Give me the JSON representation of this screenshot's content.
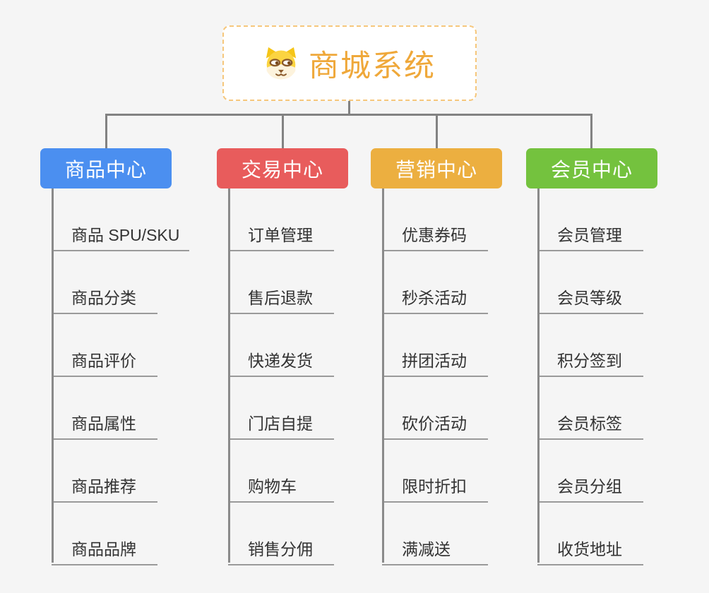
{
  "root": {
    "title": "商城系统",
    "icon": "dog-face-icon"
  },
  "branches": [
    {
      "label": "商品中心",
      "color": "#4b8ff0",
      "children": [
        "商品 SPU/SKU",
        "商品分类",
        "商品评价",
        "商品属性",
        "商品推荐",
        "商品品牌"
      ]
    },
    {
      "label": "交易中心",
      "color": "#e85c5c",
      "children": [
        "订单管理",
        "售后退款",
        "快递发货",
        "门店自提",
        "购物车",
        "销售分佣"
      ]
    },
    {
      "label": "营销中心",
      "color": "#ecaf40",
      "children": [
        "优惠券码",
        "秒杀活动",
        "拼团活动",
        "砍价活动",
        "限时折扣",
        "满减送"
      ]
    },
    {
      "label": "会员中心",
      "color": "#74c23e",
      "children": [
        "会员管理",
        "会员等级",
        "积分签到",
        "会员标签",
        "会员分组",
        "收货地址"
      ]
    }
  ],
  "colors": {
    "background": "#f5f5f5",
    "connector": "#828282",
    "underline": "#9a9a9a",
    "child_text": "#333333",
    "root_border": "#f6c77c",
    "root_title": "#efa83a"
  }
}
